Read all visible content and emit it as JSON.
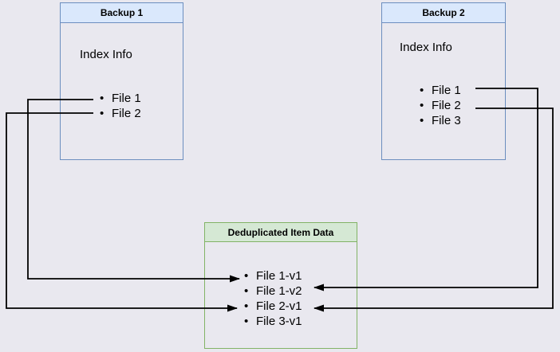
{
  "diagram": {
    "backup1": {
      "title": "Backup 1",
      "subtitle": "Index Info",
      "items": [
        "File 1",
        "File 2"
      ]
    },
    "backup2": {
      "title": "Backup 2",
      "subtitle": "Index Info",
      "items": [
        "File 1",
        "File 2",
        "File 3"
      ]
    },
    "dedup": {
      "title": "Deduplicated Item Data",
      "items": [
        "File 1-v1",
        "File 1-v2",
        "File 2-v1",
        "File 3-v1"
      ]
    },
    "colors": {
      "background": "#e9e8ef",
      "blue_border": "#6c8ebf",
      "blue_fill": "#dae8fc",
      "green_border": "#82b366",
      "green_fill": "#d5e8d4",
      "arrow": "#000000"
    },
    "connections": [
      {
        "from": "Backup 1 / File 1",
        "to": "File 1-v1"
      },
      {
        "from": "Backup 1 / File 2",
        "to": "File 2-v1"
      },
      {
        "from": "Backup 2 / File 1",
        "to": "File 1-v2"
      },
      {
        "from": "Backup 2 / File 2",
        "to": "File 2-v1"
      }
    ]
  }
}
